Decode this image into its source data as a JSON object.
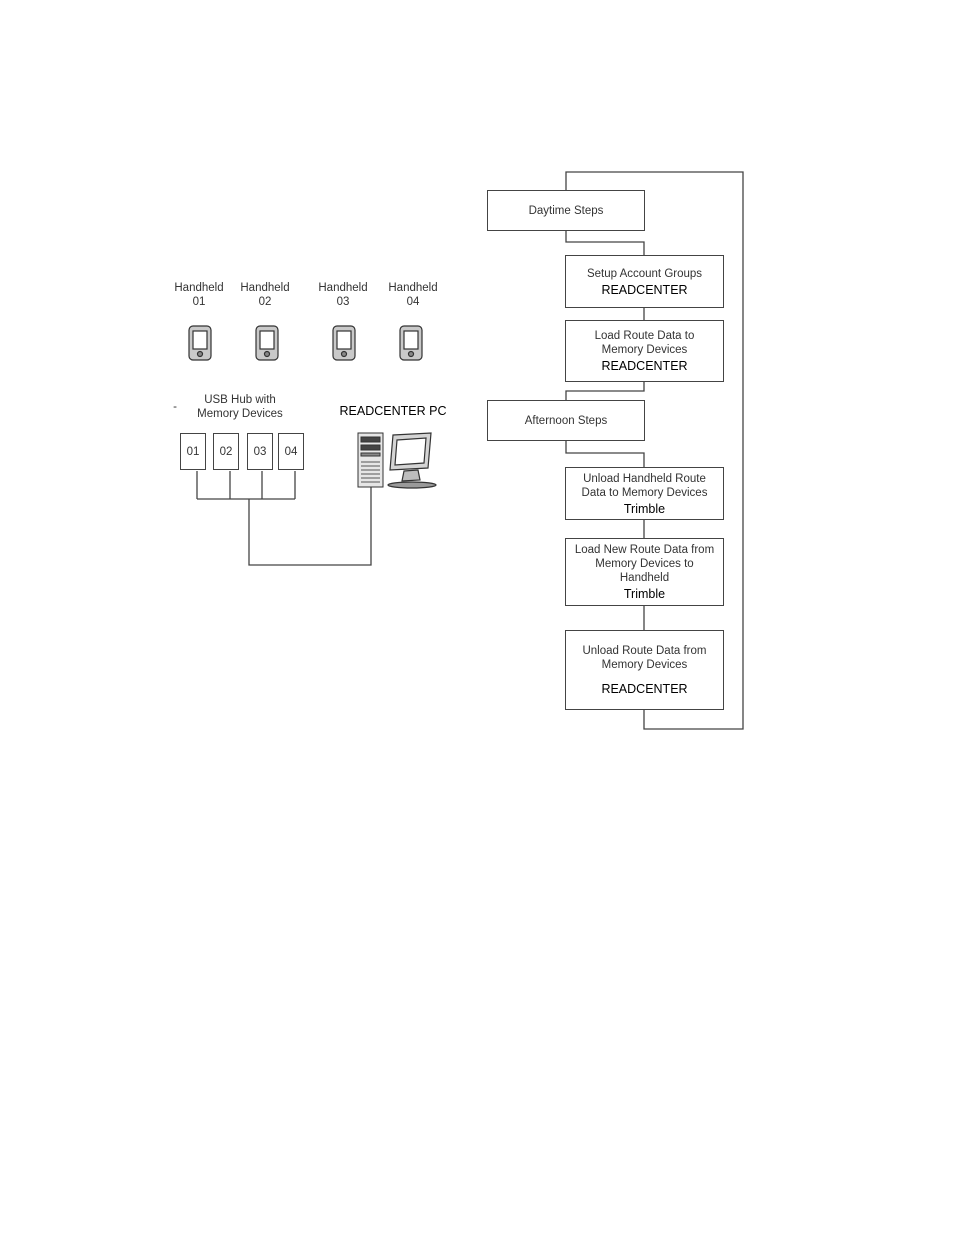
{
  "handhelds": [
    {
      "line1": "Handheld",
      "line2": "01"
    },
    {
      "line1": "Handheld",
      "line2": "02"
    },
    {
      "line1": "Handheld",
      "line2": "03"
    },
    {
      "line1": "Handheld",
      "line2": "04"
    }
  ],
  "hub": {
    "dash": "-",
    "title1": "USB Hub with",
    "title2": "Memory Devices",
    "slots": [
      "01",
      "02",
      "03",
      "04"
    ]
  },
  "pc": {
    "label": "READCENTER PC"
  },
  "flow": {
    "daytime": "Daytime Steps",
    "afternoon": "Afternoon Steps",
    "steps": [
      {
        "lines": [
          "Setup Account Groups"
        ],
        "tool": "READCENTER"
      },
      {
        "lines": [
          "Load Route Data to",
          "Memory Devices"
        ],
        "tool": "READCENTER"
      },
      {
        "lines": [
          "Unload Handheld Route",
          "Data to Memory Devices"
        ],
        "tool": "Trimble"
      },
      {
        "lines": [
          "Load New Route Data from",
          "Memory Devices to",
          "Handheld"
        ],
        "tool": "Trimble"
      },
      {
        "lines": [
          "Unload Route Data from",
          "Memory Devices"
        ],
        "tool": "READCENTER"
      }
    ]
  }
}
